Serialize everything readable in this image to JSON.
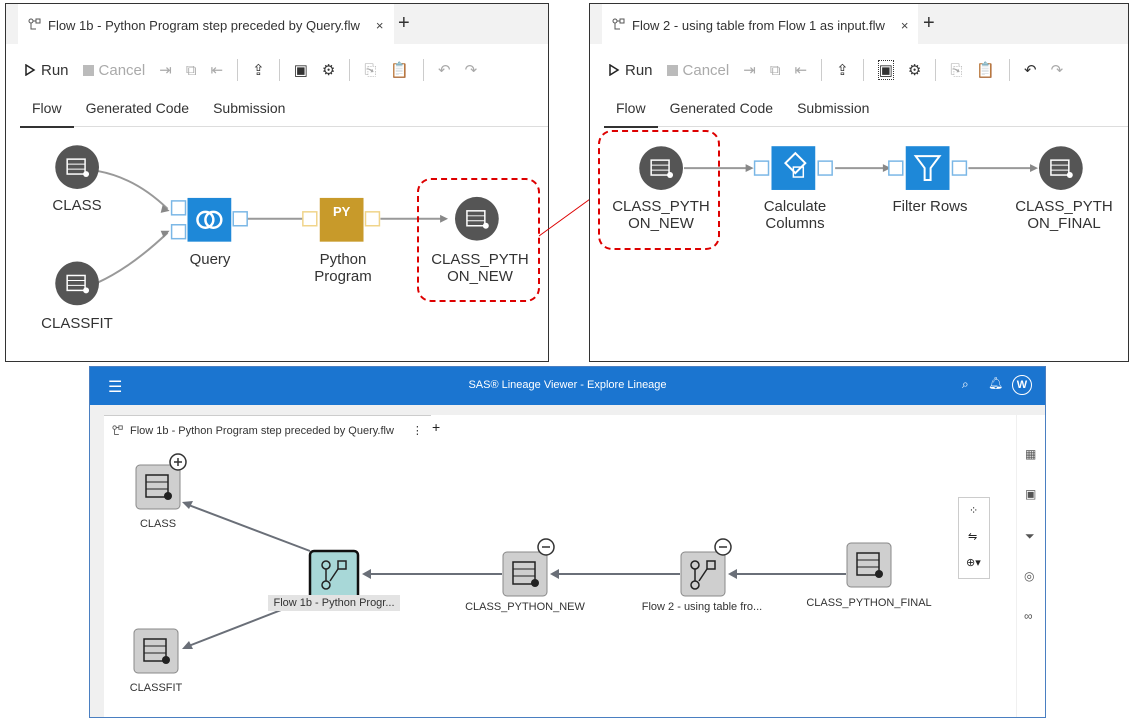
{
  "flow1": {
    "tab_title": "Flow 1b - Python Program step preceded by Query.flw",
    "tab_close": "×",
    "add_tab": "+",
    "toolbar": {
      "run": "Run",
      "cancel": "Cancel"
    },
    "subtabs": [
      "Flow",
      "Generated Code",
      "Submission"
    ],
    "nodes": {
      "class": "CLASS",
      "classfit": "CLASSFIT",
      "query": "Query",
      "python_line1": "Python",
      "python_line2": "Program",
      "out_line1": "CLASS_PYTH",
      "out_line2": "ON_NEW"
    },
    "python_badge": "PY"
  },
  "flow2": {
    "tab_title": "Flow 2 - using table from Flow 1 as input.flw",
    "tab_close": "×",
    "add_tab": "+",
    "toolbar": {
      "run": "Run",
      "cancel": "Cancel"
    },
    "subtabs": [
      "Flow",
      "Generated Code",
      "Submission"
    ],
    "nodes": {
      "in_line1": "CLASS_PYTH",
      "in_line2": "ON_NEW",
      "calc_line1": "Calculate",
      "calc_line2": "Columns",
      "filter": "Filter Rows",
      "final_line1": "CLASS_PYTH",
      "final_line2": "ON_FINAL"
    }
  },
  "lineage": {
    "app_title": "SAS® Lineage Viewer - Explore Lineage",
    "avatar": "W",
    "tab_title": "Flow 1b - Python Program step preceded by Query.flw",
    "tab_more": "⋮",
    "add_tab": "+",
    "nodes": {
      "class": "CLASS",
      "classfit": "CLASSFIT",
      "flow1b": "Flow 1b - Python Progr...",
      "class_python_new": "CLASS_PYTHON_NEW",
      "flow2": "Flow 2 - using table fro...",
      "class_python_final": "CLASS_PYTHON_FINAL"
    },
    "colors": {
      "header": "#1b75d0",
      "selected_node": "#a8d8d8"
    }
  }
}
